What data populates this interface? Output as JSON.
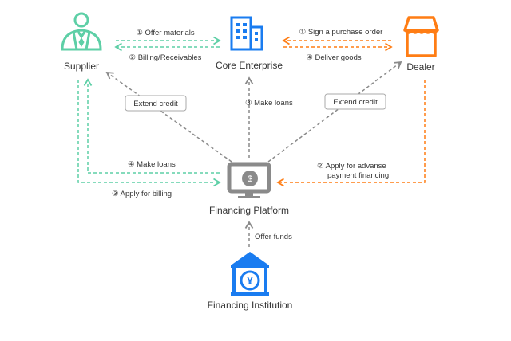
{
  "nodes": {
    "supplier": "Supplier",
    "core": "Core Enterprise",
    "dealer": "Dealer",
    "platform": "Financing Platform",
    "institution": "Financing Institution"
  },
  "edges": {
    "offer_materials": "① Offer materials",
    "billing_receivables": "② Billing/Receivables",
    "sign_po": "① Sign a purchase order",
    "deliver_goods": "④ Deliver goods",
    "extend_credit_left": "Extend credit",
    "extend_credit_right": "Extend credit",
    "make_loans_core": "③ Make loans",
    "make_loans_supplier": "④ Make loans",
    "apply_billing": "③ Apply for billing",
    "apply_advance_1": "② Apply for advanse",
    "apply_advance_2": "payment financing",
    "offer_funds": "Offer funds"
  },
  "colors": {
    "green": "#5dcfa6",
    "orange": "#ff7d14",
    "blue": "#1a7cf0",
    "grey": "#8a8a8a"
  },
  "icons": {
    "platform_symbol": "$",
    "institution_symbol": "¥"
  }
}
